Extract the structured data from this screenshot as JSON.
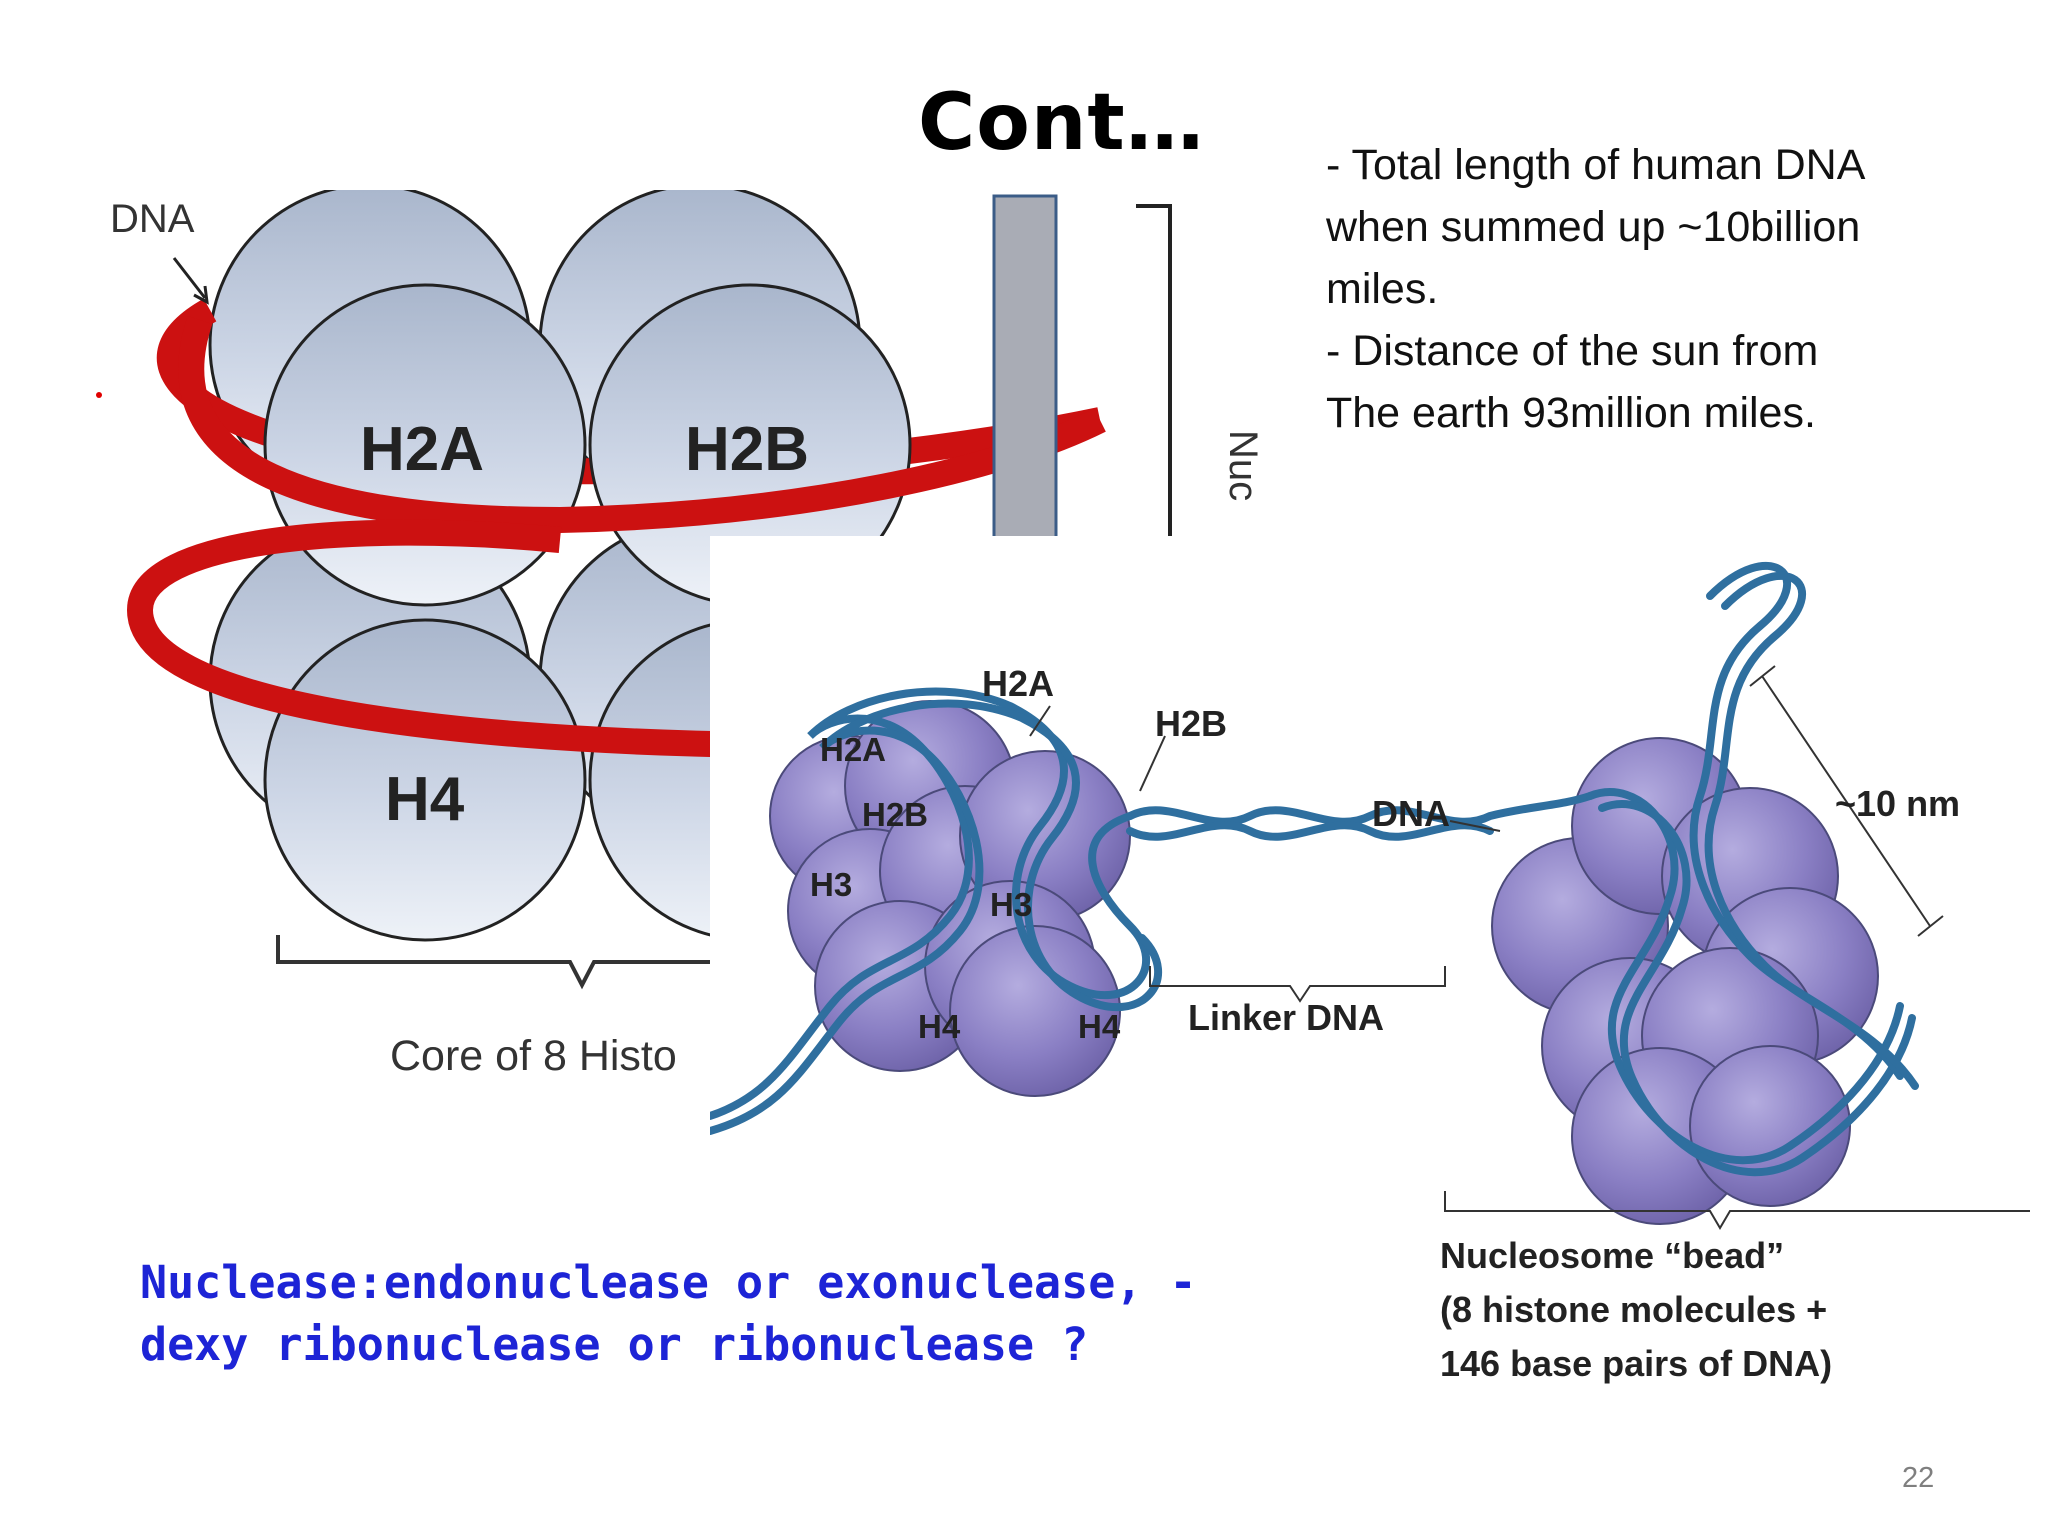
{
  "slide": {
    "title": "Cont…",
    "facts": [
      "- Total length of human  DNA",
      "when summed up ~10billion",
      "miles.",
      "- Distance of the sun from",
      "The earth 93million miles."
    ],
    "question": [
      "Nuclease:endonuclease or exonuclease, -",
      "dexy ribonuclease or ribonuclease ?"
    ],
    "page_number": "22"
  },
  "left_figure": {
    "dna_label": "DNA",
    "histones": {
      "h2a": "H2A",
      "h2b": "H2B",
      "h4": "H4"
    },
    "core_label": "Core of 8 Histo",
    "side_label": "Nuc"
  },
  "right_figure": {
    "histones": {
      "h2a_top": "H2A",
      "h2a_left": "H2A",
      "h2b_right": "H2B",
      "h2b_inner": "H2B",
      "h3_left": "H3",
      "h3_center": "H3",
      "h4_left": "H4",
      "h4_right": "H4"
    },
    "dna_label": "DNA",
    "size_label": "~10 nm",
    "linker_label": "Linker DNA",
    "caption": [
      "Nucleosome “bead”",
      "(8 histone molecules +",
      "146 base pairs of DNA)"
    ]
  },
  "colors": {
    "question_text": "#1d24d6",
    "dna_ribbon": "#cc1111",
    "histone_grey": "#c9d3e3",
    "histone_purple": "#8a7fc4",
    "dna_helix": "#2f6f9f"
  }
}
